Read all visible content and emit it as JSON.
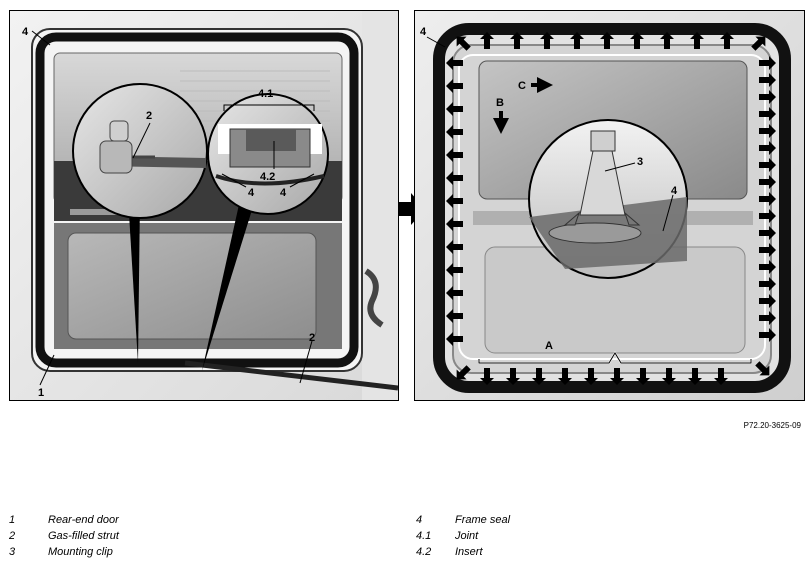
{
  "figure": {
    "reference": "P72.20-3625-09",
    "left_callouts": {
      "frame_seal": "4",
      "joint": "4.1",
      "insert": "4.2",
      "seal_a": "4",
      "seal_b": "4",
      "gas_strut_zoom": "2",
      "gas_strut": "2",
      "door": "1"
    },
    "right_callouts": {
      "frame_seal": "4",
      "section_a": "A",
      "section_b": "B",
      "section_c": "C",
      "clip": "3",
      "clip_seal": "4"
    }
  },
  "legend": {
    "left": [
      {
        "number": "1",
        "label": "Rear-end door"
      },
      {
        "number": "2",
        "label": "Gas-filled strut"
      },
      {
        "number": "3",
        "label": "Mounting clip"
      }
    ],
    "right": [
      {
        "number": "4",
        "label": "Frame seal"
      },
      {
        "number": "4.1",
        "label": "Joint"
      },
      {
        "number": "4.2",
        "label": "Insert"
      }
    ]
  }
}
